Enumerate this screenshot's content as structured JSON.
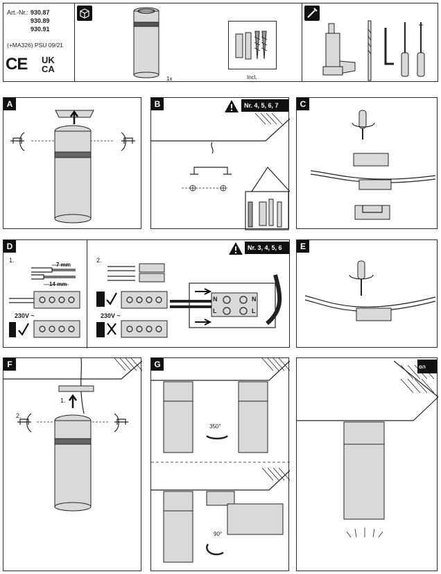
{
  "header": {
    "art_label": "Art.-Nr.:",
    "art_numbers": [
      "930.87",
      "930.89",
      "930.91"
    ],
    "psu_code": "(+MA326) PSU 09/21",
    "ce_mark": "CE",
    "ukca_top": "UK",
    "ukca_bottom": "CA",
    "qty_label": "1x",
    "incl_label": "Incl."
  },
  "panels": {
    "a": {
      "letter": "A"
    },
    "b": {
      "letter": "B",
      "badge": "Nr. 4, 5, 6, 7"
    },
    "c": {
      "letter": "C"
    },
    "d": {
      "letter": "D",
      "badge": "Nr. 3, 4, 5, 6",
      "step1": "1.",
      "step2": "2.",
      "strip_long": "7 mm",
      "strip_short": "14 mm",
      "voltage1": "230V ~",
      "voltage2": "230V ~",
      "n_left": "N",
      "l_left": "L",
      "n_right": "N",
      "l_right": "L"
    },
    "e": {
      "letter": "E"
    },
    "f": {
      "letter": "F",
      "step1": "1.",
      "step2": "2."
    },
    "g": {
      "letter": "G",
      "rotate_350": "350°",
      "rotate_90": "90°"
    },
    "h": {
      "on_label": "on"
    }
  }
}
